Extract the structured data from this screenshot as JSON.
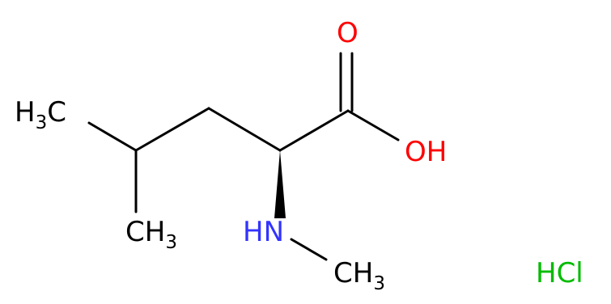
{
  "molecule": {
    "atoms": {
      "methyl_top": {
        "main": "H",
        "sub": "3",
        "tail": "C",
        "color": "#000000"
      },
      "methyl_bottom": {
        "main": "CH",
        "sub": "3",
        "color": "#000000"
      },
      "carbonyl_o": {
        "text": "O",
        "color": "#ff0000"
      },
      "hydroxyl": {
        "text": "OH",
        "color": "#ff0000"
      },
      "amine": {
        "text": "HN",
        "color": "#3333ff"
      },
      "n_methyl": {
        "main": "CH",
        "sub": "3",
        "color": "#000000"
      }
    },
    "salt": {
      "text": "HCl",
      "color": "#00bb00"
    }
  }
}
